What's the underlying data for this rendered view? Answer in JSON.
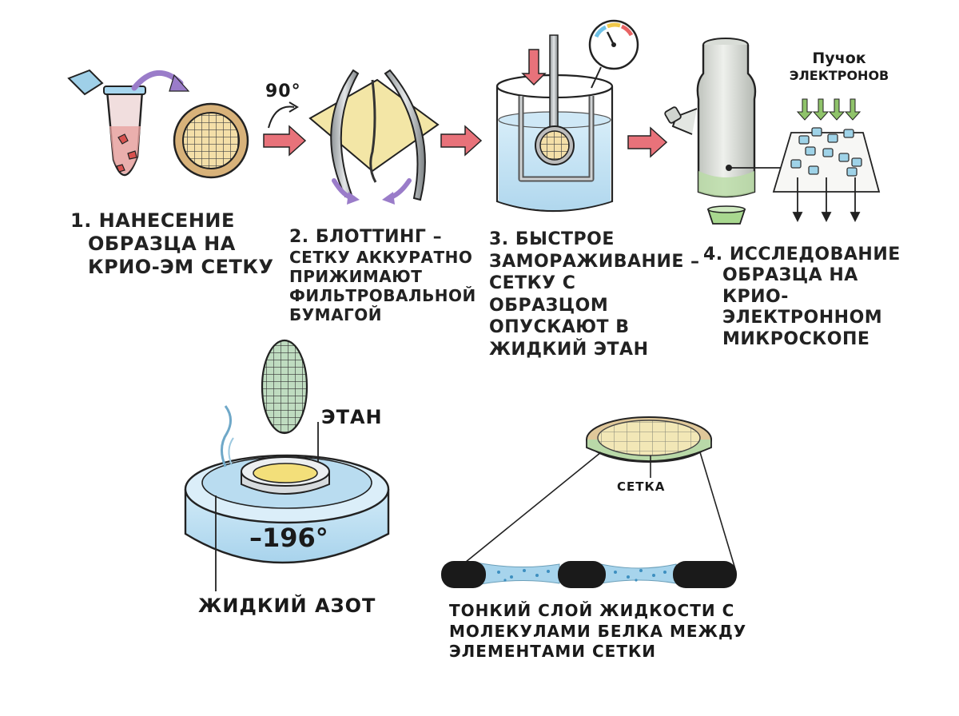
{
  "steps": [
    {
      "lines": [
        "1. Нанесение",
        "образца на",
        "крио-ЭМ сетку"
      ]
    },
    {
      "lines": [
        "2. Блоттинг –",
        "сетку аккуратно",
        "прижимают",
        "фильтровальной",
        "бумагой"
      ]
    },
    {
      "lines": [
        "3. Быстрое",
        "замораживание –",
        "сетку с",
        "образцом",
        "опускают в",
        "жидкий этан"
      ]
    },
    {
      "lines": [
        "4. Исследование",
        "образца на",
        "крио-",
        "электронном",
        "микроскопе"
      ]
    }
  ],
  "beam_label": [
    "Пучок",
    "электронов"
  ],
  "angle_label": "90°",
  "ethane_label": "ЭТАН",
  "nitrogen_label": "ЖИДКИЙ АЗОТ",
  "temperature_label": "–196°",
  "grid_label": "СЕТКА",
  "thin_layer_lines": [
    "Тонкий слой жидкости с",
    "молекулами белка между",
    "элементами сетки"
  ],
  "colors": {
    "arrow_red": "#e8727a",
    "arrow_purple": "#9a7cc9",
    "beam_green": "#8fc36a",
    "liquid_blue": "#b9dcf0",
    "grid_tan": "#e6c98f",
    "filter_paper": "#f3e6a6",
    "ethane_yellow": "#f3df7a",
    "microscope_grey": "#d4d7d2",
    "sample_pink": "#e99a86",
    "protein_blue": "#9fd3e8"
  },
  "icons": [
    "pipette-icon",
    "tube-icon",
    "grid-icon",
    "tweezers-icon",
    "filter-paper-icon",
    "beaker-icon",
    "thermometer-gauge-icon",
    "microscope-icon",
    "dewar-icon",
    "grid-disc-icon"
  ]
}
